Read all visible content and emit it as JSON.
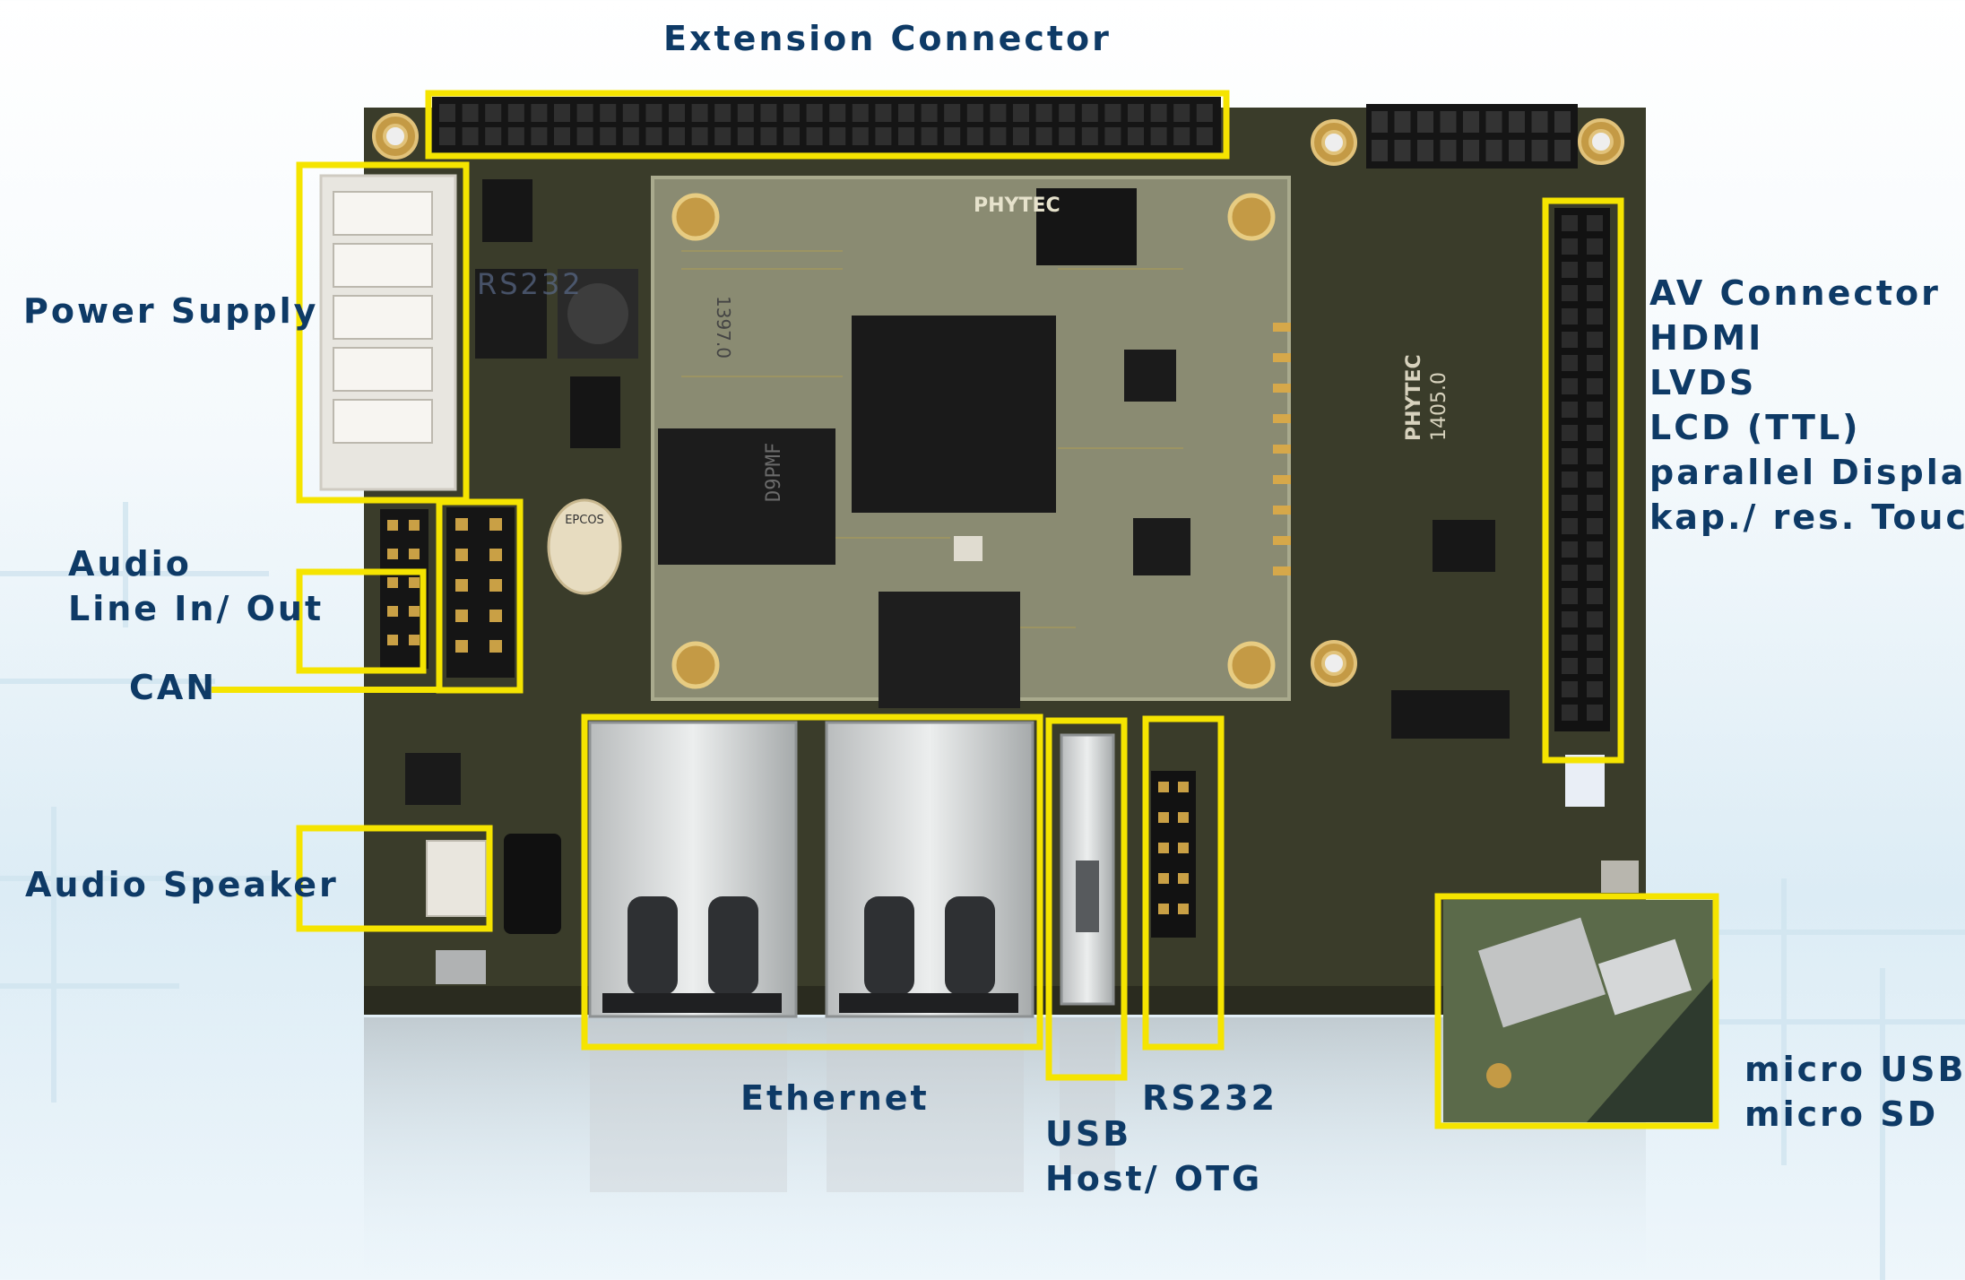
{
  "labels": {
    "extension_connector": "Extension Connector",
    "power_supply": "Power Supply",
    "rs232_board": "RS232",
    "audio_line_line1": "Audio",
    "audio_line_line2": "Line In/ Out",
    "can": "CAN",
    "audio_speaker": "Audio Speaker",
    "ethernet": "Ethernet",
    "usb_line1": "USB",
    "usb_line2": "Host/ OTG",
    "rs232": "RS232",
    "av_connector_lines": [
      "AV Connector",
      "HDMI",
      "LVDS",
      "LCD (TTL)",
      "parallel Display",
      "kap./ res. Touch"
    ],
    "micro_usb": "micro USB",
    "micro_sd": "micro SD"
  },
  "board_markings": {
    "brand": "PHYTEC",
    "pcb_code": "1405.0",
    "som_code": "1397.0",
    "cap_brand": "EPCOS",
    "ram_text": "D9PMF"
  },
  "colors": {
    "highlight": "#f5e400",
    "label_text": "#0e3a66",
    "pcb": "#3a3c2a",
    "som": "#8a8b72"
  }
}
